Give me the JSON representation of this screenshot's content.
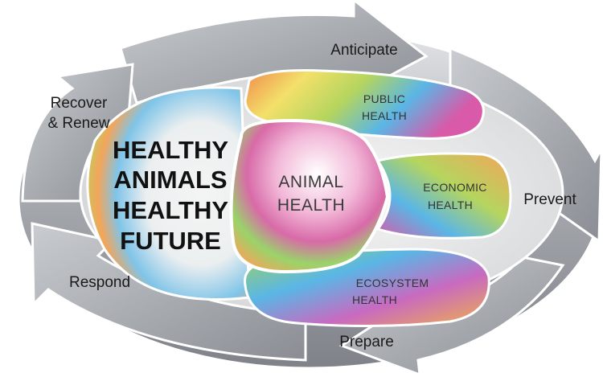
{
  "cycle": {
    "anticipate": "Anticipate",
    "prevent": "Prevent",
    "prepare": "Prepare",
    "respond": "Respond",
    "recover_line1": "Recover",
    "recover_line2": "& Renew"
  },
  "center": {
    "line1": "ANIMAL",
    "line2": "HEALTH"
  },
  "lobes": {
    "public_line1": "PUBLIC",
    "public_line2": "HEALTH",
    "economic_line1": "ECONOMIC",
    "economic_line2": "HEALTH",
    "ecosystem_line1": "ECOSYSTEM",
    "ecosystem_line2": "HEALTH"
  },
  "headline": {
    "line1": "HEALTHY",
    "line2": "ANIMALS",
    "line3": "HEALTHY",
    "line4": "FUTURE"
  },
  "colors": {
    "ring": "#a7abb0",
    "ring_light": "#d9dbde",
    "ring_dark": "#7d8187",
    "inner_bg": "#ececec",
    "rainbow_orange": "#f08a4b",
    "rainbow_blue": "#5ab6e6",
    "rainbow_green": "#b5d55e",
    "rainbow_magenta": "#d85aa8",
    "rainbow_yellow": "#f3e06a"
  }
}
